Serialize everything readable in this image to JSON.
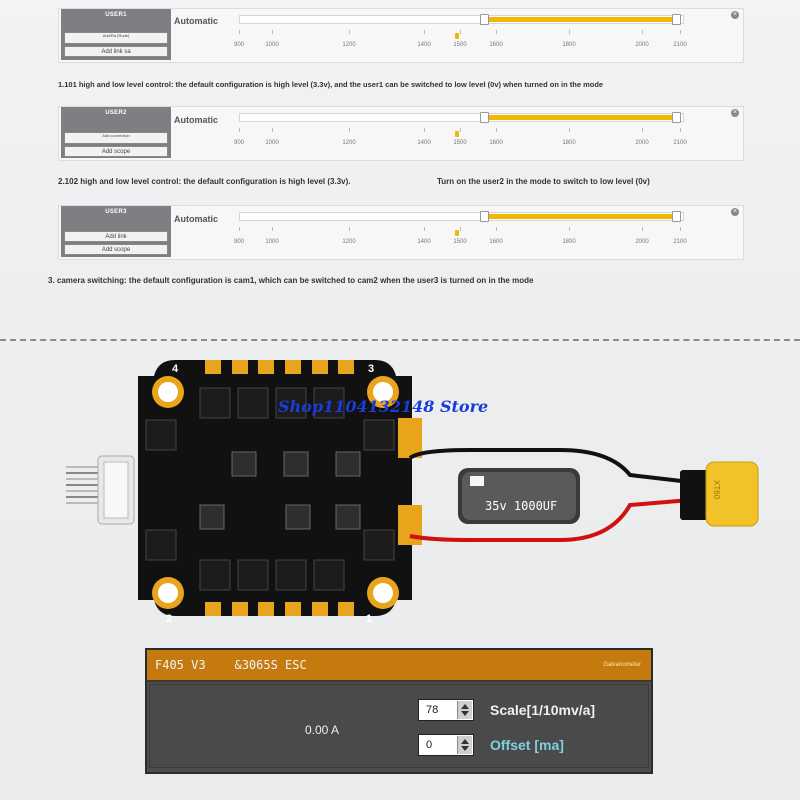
{
  "rows": [
    {
      "user_label": "USER1",
      "buttons": [
        "Add/Ra (Rude)",
        "Add link sa"
      ],
      "mode_label": "Automatic",
      "range": [
        1500,
        2100
      ],
      "marker": 1500,
      "caption": "1.101 high and low level control: the default configuration is high level (3.3v), and the user1 can be switched to low level (0v) when turned on in the mode"
    },
    {
      "user_label": "USER2",
      "buttons": [
        "Add connection",
        "Add scope"
      ],
      "mode_label": "Automatic",
      "range": [
        1500,
        2100
      ],
      "marker": 1500,
      "caption": "2.102 high and low level control: the default configuration is high level (3.3v).",
      "caption_b": "Turn on the user2 in the mode to switch to low level (0v)"
    },
    {
      "user_label": "USER3",
      "buttons": [
        "Add link",
        "Add scope"
      ],
      "mode_label": "Automatic",
      "range": [
        1500,
        2100
      ],
      "marker": 1500,
      "caption": "3. camera switching: the default configuration is cam1, which can be switched to cam2 when the user3 is turned on in the mode"
    }
  ],
  "ticks": [
    "900",
    "1000",
    "1200",
    "1400",
    "1500",
    "1600",
    "1800",
    "2000",
    "2100"
  ],
  "close_glyph": "×",
  "board": {
    "corner_labels": [
      "4",
      "3",
      "2",
      "1"
    ],
    "capacitor_text": "35v 1000UF",
    "connector_text": "XT60",
    "watermark": "Shop1104132148 Store"
  },
  "galvanometer": {
    "title": "F405 V3    &3065S ESC",
    "tag": "Galvanometer",
    "reading": "0.00 A",
    "scale_value": "78",
    "scale_label": "Scale[1/10mv/a]",
    "offset_value": "0",
    "offset_label": "Offset [ma]"
  },
  "colors": {
    "accent": "#f2b705",
    "galv_header": "#c57a10",
    "scale_label": "#f0f0f0",
    "offset_label": "#7fd0e0",
    "watermark": "#1a3cd8"
  }
}
